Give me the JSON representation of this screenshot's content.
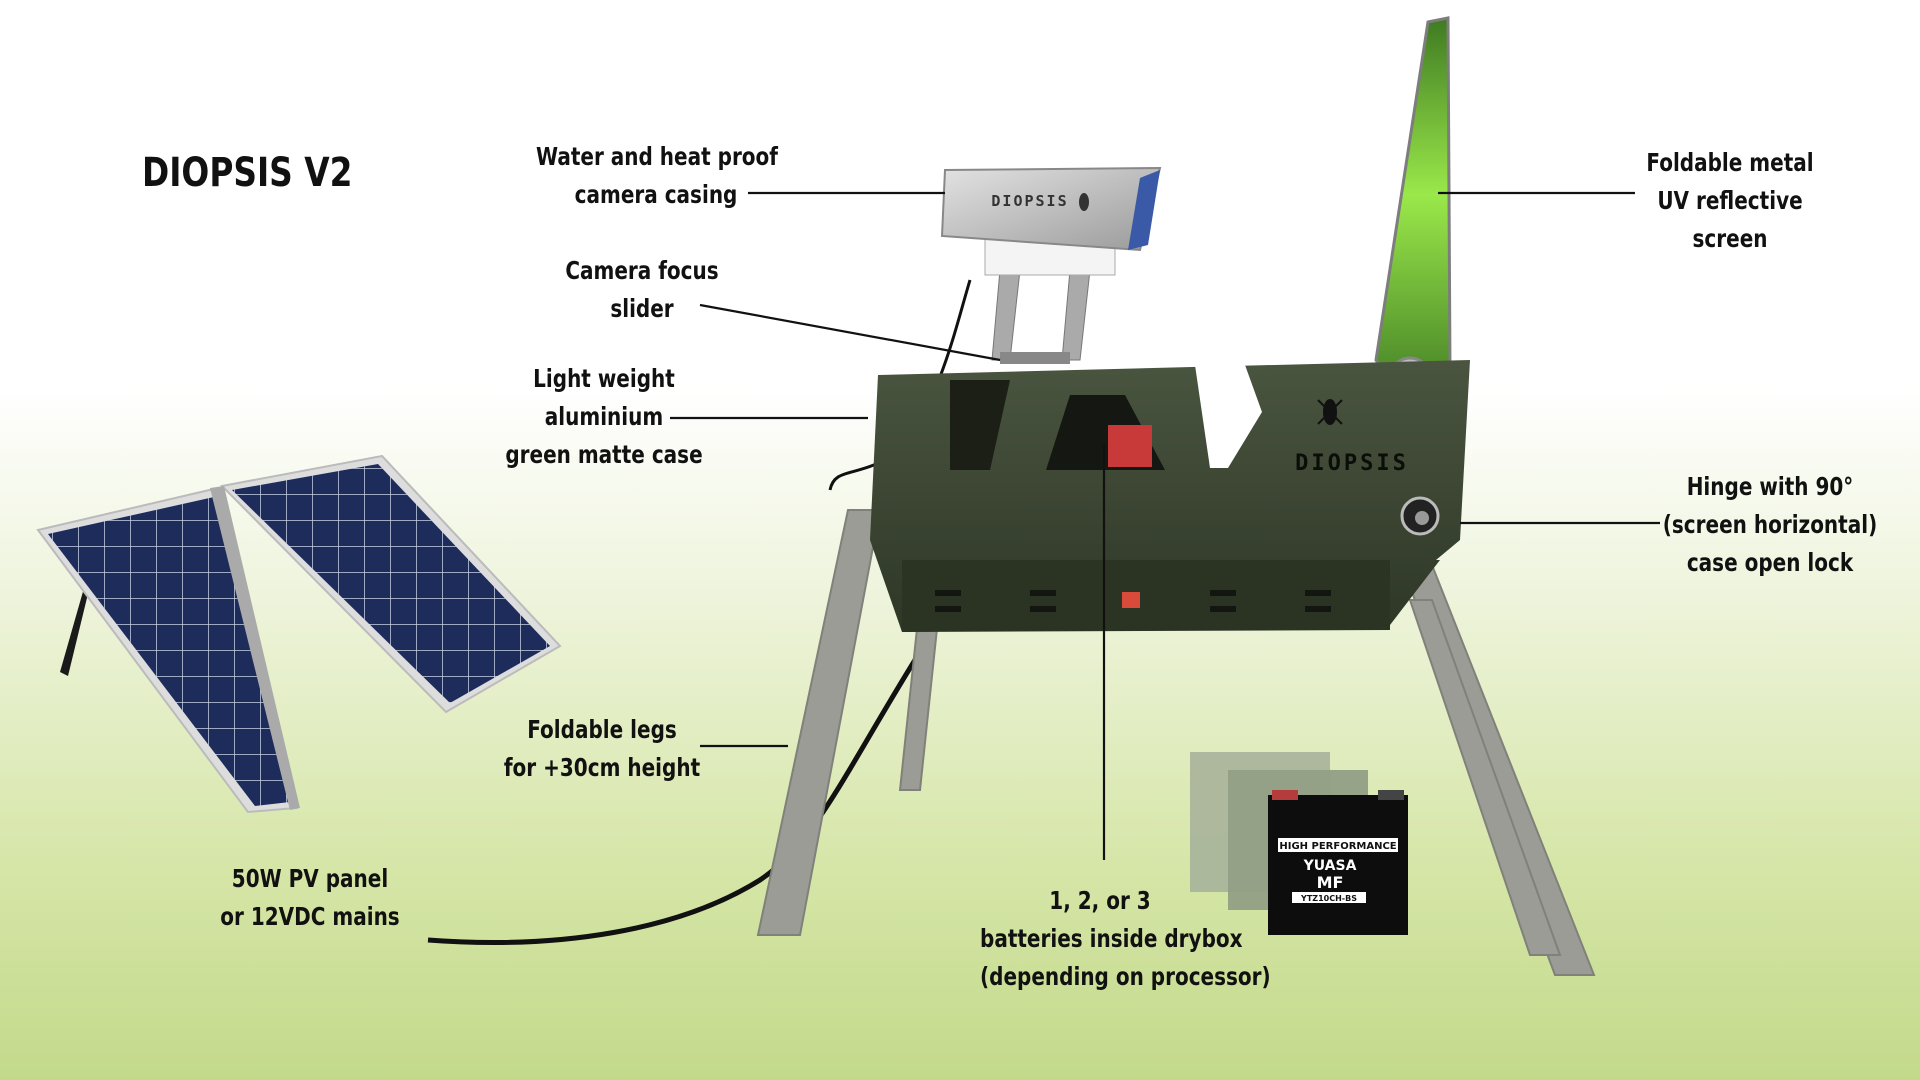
{
  "title": "DIOPSIS V2",
  "labels": {
    "camera_casing": [
      "Water and heat proof",
      "camera casing"
    ],
    "focus_slider": [
      "Camera focus",
      "slider"
    ],
    "case": [
      "Light weight",
      "aluminium",
      "green matte case"
    ],
    "screen": [
      "Foldable metal",
      "UV reflective",
      "screen"
    ],
    "hinge": [
      "Hinge with 90°",
      "(screen horizontal)",
      "case open lock"
    ],
    "legs": [
      "Foldable legs",
      "for +30cm height"
    ],
    "pv_panel": [
      "50W PV panel",
      "or 12VDC mains"
    ],
    "batteries": [
      "1, 2, or 3",
      "batteries inside drybox",
      "(depending on processor)"
    ]
  },
  "product_marks": {
    "case_logo": "DIOPSIS",
    "camera_logo": "DIOPSIS",
    "battery_brand": "YUASA",
    "battery_badge": "HIGH PERFORMANCE",
    "battery_mf": "MF",
    "battery_model": "YTZ10CH-BS"
  },
  "colors": {
    "case_green": "#3b4630",
    "screen_green": "#8fdc3c",
    "leg_grey": "#9a9c95",
    "panel_blue": "#1d2a5a"
  }
}
